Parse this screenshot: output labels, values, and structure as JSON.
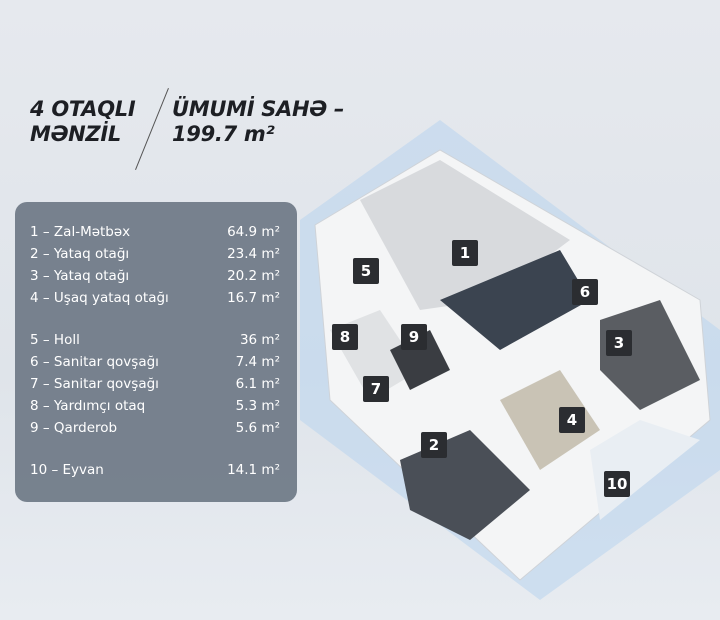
{
  "header": {
    "rooms_title_line1": "4 OTAQLI",
    "rooms_title_line2": "MƏNZİL",
    "area_title_line1": "ÜMUMİ SAHƏ –",
    "area_title_line2": "199.7 m²"
  },
  "rooms": [
    {
      "label": "1 – Zal-Mətbəx",
      "area": "64.9 m²"
    },
    {
      "label": "2 – Yataq otağı",
      "area": "23.4 m²"
    },
    {
      "label": "3 – Yataq otağı",
      "area": "20.2 m²"
    },
    {
      "label": "4 – Uşaq yataq otağı",
      "area": "16.7 m²"
    },
    {
      "label": "5 – Holl",
      "area": "36 m²"
    },
    {
      "label": "6 – Sanitar qovşağı",
      "area": "7.4 m²"
    },
    {
      "label": "7 – Sanitar qovşağı",
      "area": "6.1 m²"
    },
    {
      "label": "8 – Yardımçı otaq",
      "area": "5.3 m²"
    },
    {
      "label": "9 – Qarderob",
      "area": "5.6 m²"
    },
    {
      "label": "10 – Eyvan",
      "area": "14.1 m²"
    }
  ],
  "plan_badges": [
    "1",
    "2",
    "3",
    "4",
    "5",
    "6",
    "7",
    "8",
    "9",
    "10"
  ],
  "colors": {
    "panel": "#6e7886",
    "badge": "#2b2d31",
    "accent_blue": "#4a86c8"
  }
}
